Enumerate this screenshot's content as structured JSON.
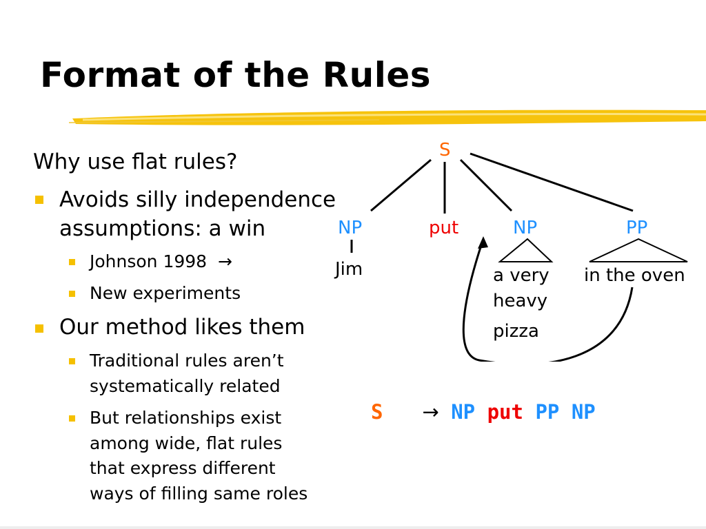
{
  "slide": {
    "title": "Format of the Rules",
    "bullets": {
      "q": "Why use flat rules?",
      "b1_line1": "Avoids silly independence",
      "b1_line2": "assumptions: a win",
      "b1_sub1": "Johnson 1998",
      "b1_sub1_arrow": "→",
      "b1_sub2": "New experiments",
      "b2": "Our method likes them",
      "b2_sub1_line1": "Traditional rules aren’t",
      "b2_sub1_line2": "systematically related",
      "b2_sub2_line1": "But relationships exist",
      "b2_sub2_line2": "among wide, flat rules",
      "b2_sub2_line3": "that express different",
      "b2_sub2_line4": "ways of filling same roles"
    },
    "tree": {
      "root": "S",
      "np1": "NP",
      "np1_word": "Jim",
      "verb": "put",
      "np2": "NP",
      "np2_words_1": "a very",
      "np2_words_2": "heavy",
      "np2_words_3": "pizza",
      "pp": "PP",
      "pp_words": "in the oven"
    },
    "rule": {
      "lhs": "S",
      "arrow": "→",
      "rhs_1": "NP",
      "rhs_2": "put",
      "rhs_3": "PP",
      "rhs_4": "NP"
    },
    "colors": {
      "accent_yellow": "#f5c000",
      "orange": "#ff6600",
      "blue": "#1e90ff",
      "red": "#ee0000"
    }
  }
}
